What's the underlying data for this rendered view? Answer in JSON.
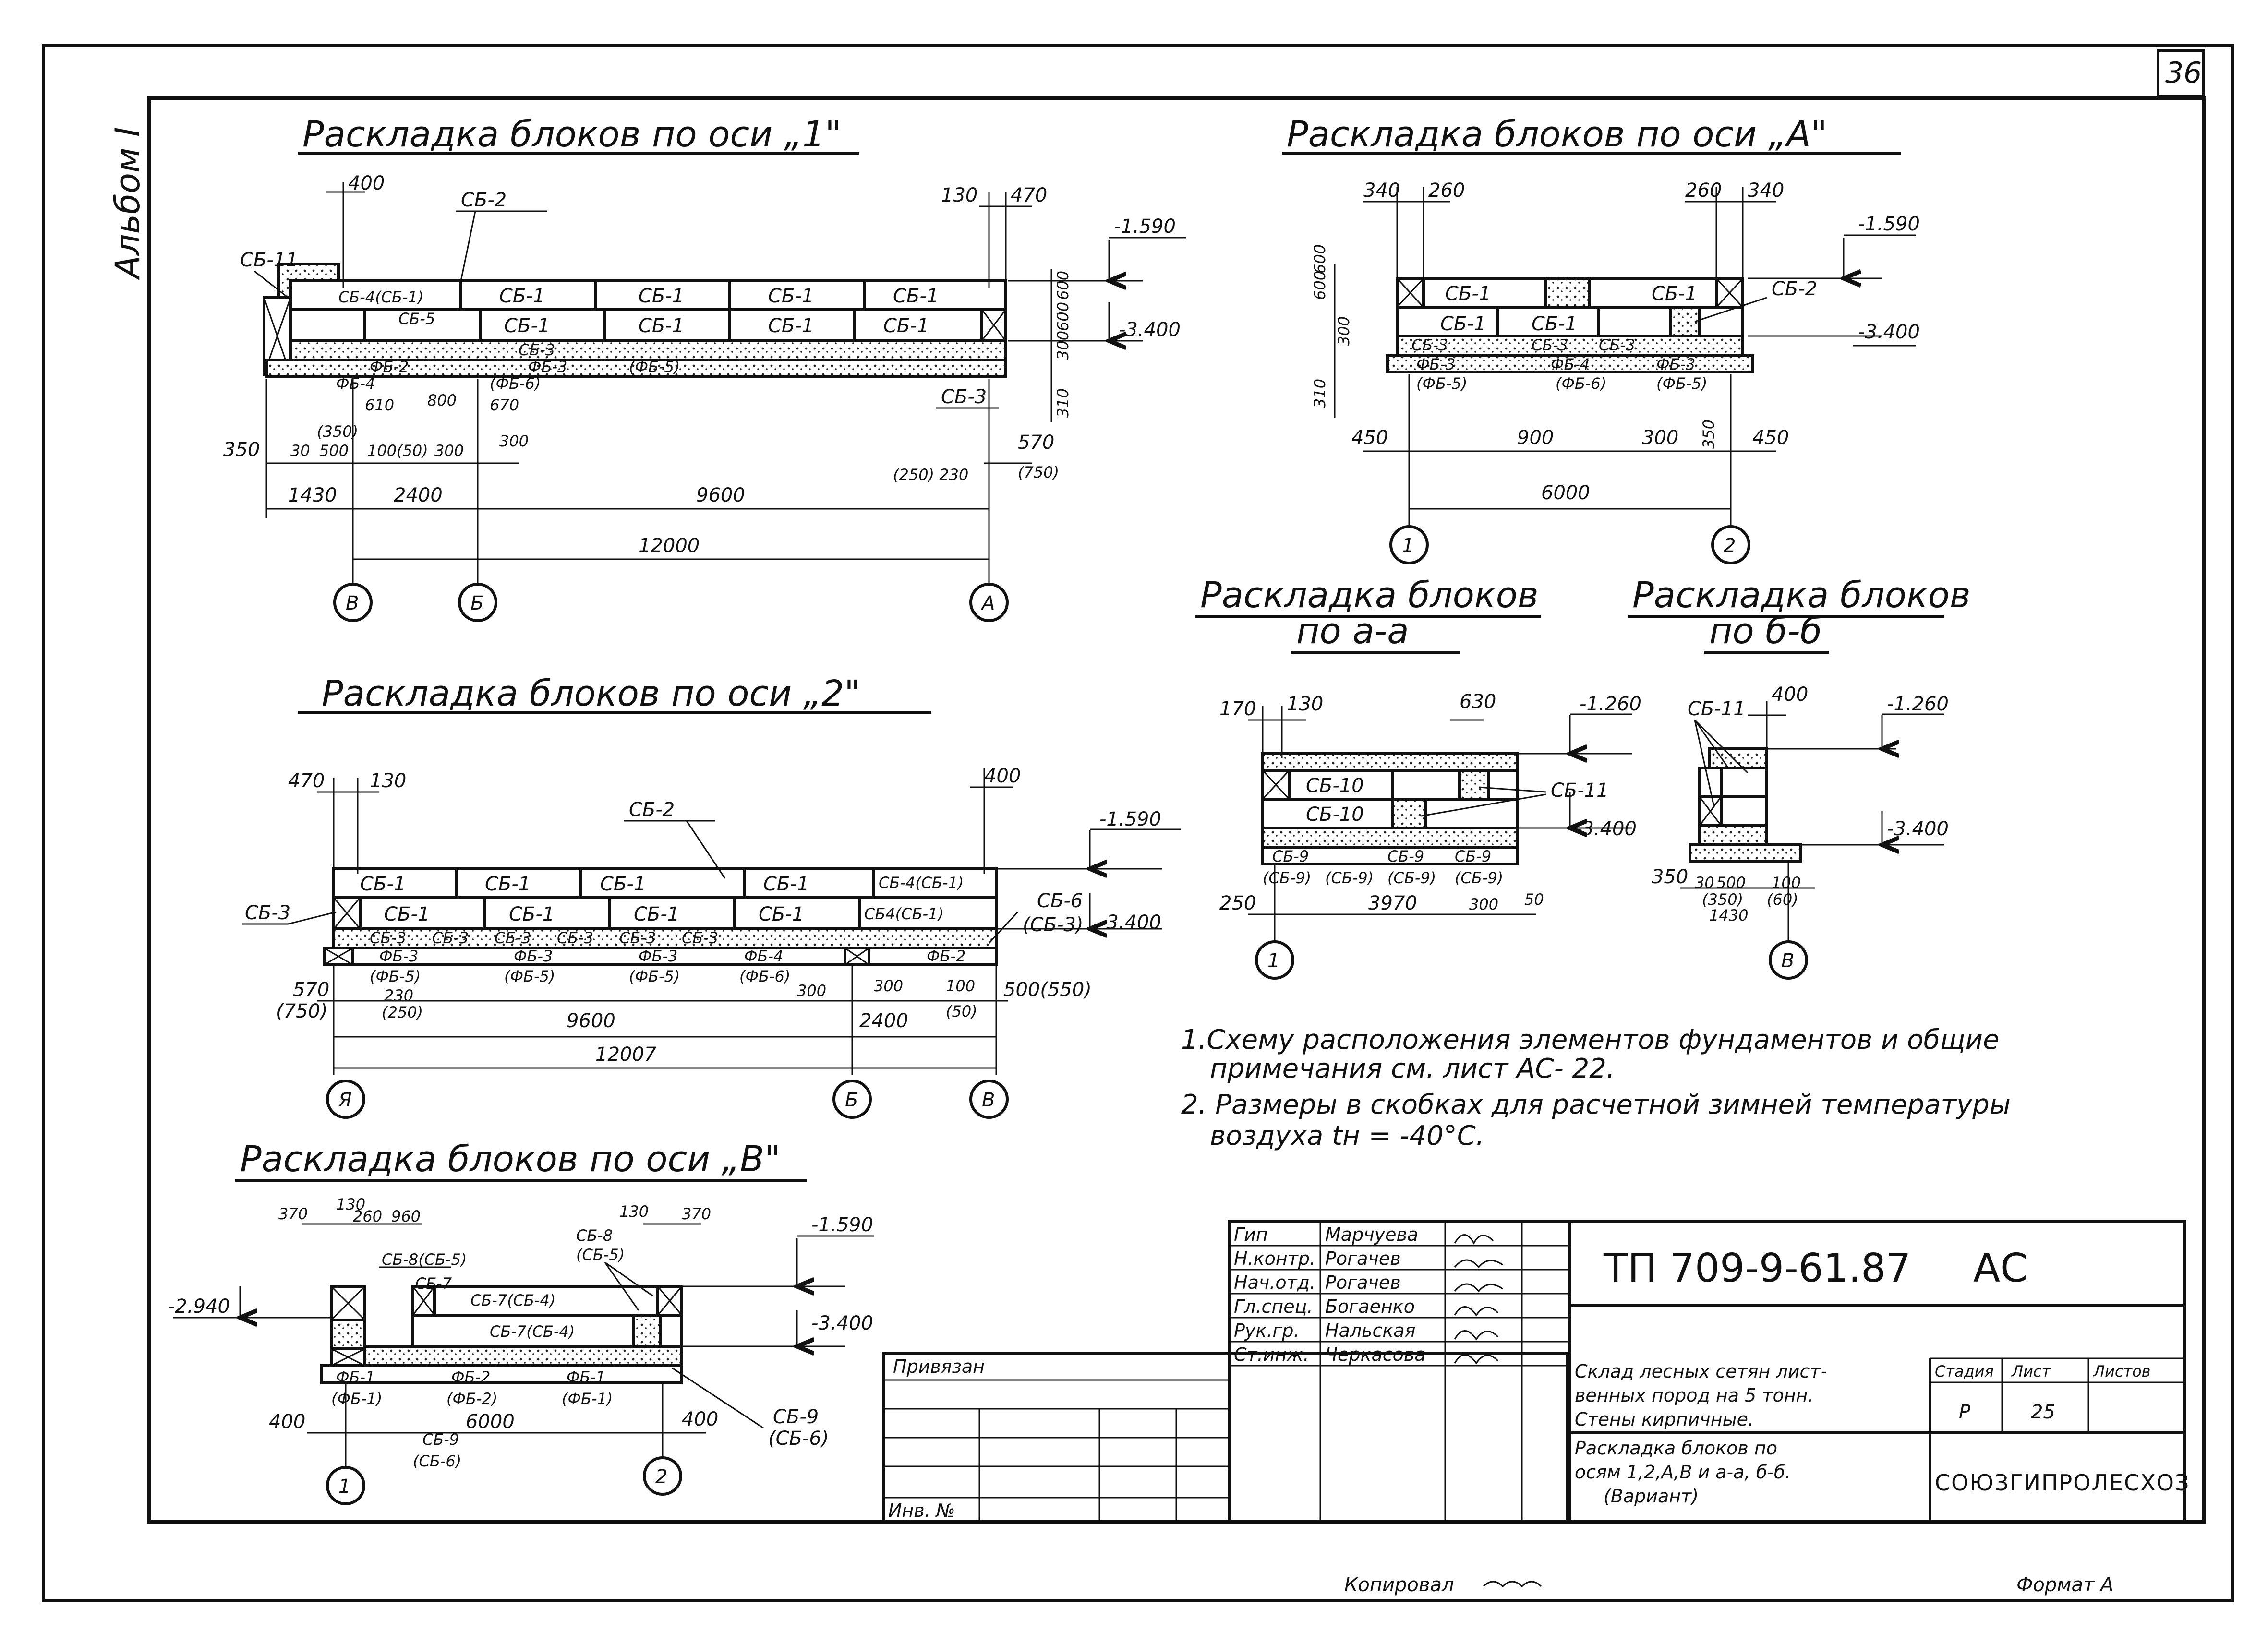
{
  "sheet_number": "36",
  "album_label": "Альбом I",
  "footer": {
    "copied": "Копировал",
    "format": "Формат А"
  },
  "view_axis1": {
    "title": "Раскладка блоков по оси „1\"",
    "elev": [
      "-1.590",
      "-3.400"
    ],
    "top_dims": [
      "400",
      "130",
      "470"
    ],
    "blocks": [
      "СБ-2",
      "СБ-11",
      "СБ-4(СБ-1)",
      "СБ-1",
      "СБ-1",
      "СБ-1",
      "СБ-1",
      "СБ-1",
      "СБ-1",
      "СБ-1",
      "СБ-1",
      "СБ-5",
      "СБ-3",
      "ФБ-2",
      "ФБ-4",
      "ФБ-3",
      "(ФБ-5)",
      "(ФБ-6)",
      "СБ-3"
    ],
    "right_dims": [
      "600",
      "600",
      "300",
      "310"
    ],
    "bottom_dims": [
      "350",
      "30",
      "500",
      "100(50)",
      "300",
      "300",
      "570",
      "(250) 230",
      "(750)",
      "610",
      "800",
      "670",
      "(350)"
    ],
    "spans": [
      "1430",
      "2400",
      "9600",
      "12000"
    ],
    "axes": [
      "В",
      "Б",
      "А"
    ]
  },
  "view_axisA": {
    "title": "Раскладка блоков по оси „А\"",
    "elev": [
      "-1.590",
      "-3.400"
    ],
    "top_dims": [
      "340",
      "260",
      "260",
      "340"
    ],
    "left_dims": [
      "600",
      "600",
      "300",
      "310"
    ],
    "blocks": [
      "СБ-1",
      "СБ-1",
      "СБ-1",
      "СБ-1",
      "СБ-2",
      "СБ-3",
      "СБ-3",
      "СБ-3",
      "ФБ-3",
      "(ФБ-5)",
      "ФБ-4",
      "(ФБ-6)",
      "ФБ-3",
      "(ФБ-5)"
    ],
    "bottom_dims": [
      "450",
      "900",
      "300",
      "350",
      "450"
    ],
    "span": "6000",
    "axes": [
      "1",
      "2"
    ]
  },
  "view_aa": {
    "title_line1": "Раскладка блоков",
    "title_line2": "по а-а",
    "top_dims": [
      "170",
      "130",
      "630"
    ],
    "elev": [
      "-1.260",
      "-3.400"
    ],
    "blocks": [
      "СБ-10",
      "СБ-10",
      "СБ-11",
      "СБ-9",
      "СБ-9",
      "СБ-9",
      "(СБ-9)",
      "(СБ-9)",
      "(СБ-9)",
      "(СБ-9)"
    ],
    "bottom_dims": [
      "250",
      "3970",
      "300",
      "50"
    ],
    "axis": "1"
  },
  "view_bb": {
    "title_line1": "Раскладка блоков",
    "title_line2": "по б-б",
    "top_dims": [
      "400"
    ],
    "elev": [
      "-1.260",
      "-3.400"
    ],
    "blocks": [
      "СБ-11"
    ],
    "bottom_dims": [
      "350",
      "30",
      "500",
      "(350)",
      "1430",
      "100",
      "(60)"
    ],
    "axis": "В"
  },
  "view_axis2": {
    "title": "Раскладка блоков по оси „2\"",
    "top_dims": [
      "470",
      "130",
      "400"
    ],
    "elev": [
      "-1.590",
      "-3.400"
    ],
    "blocks": [
      "СБ-2",
      "СБ-1",
      "СБ-1",
      "СБ-1",
      "СБ-1",
      "СБ-4(СБ-1)",
      "СБ-1",
      "СБ-1",
      "СБ-1",
      "СБ-1",
      "СБ4(СБ-1)",
      "СБ-3",
      "СБ-3",
      "СБ-3",
      "СБ-3",
      "СБ-3",
      "СБ-3",
      "ФБ-3",
      "ФБ-3",
      "ФБ-3",
      "ФБ-4",
      "ФБ-2",
      "(ФБ-5)",
      "(ФБ-5)",
      "(ФБ-5)",
      "(ФБ-6)",
      "СБ-6",
      "(СБ-3)",
      "СБ-3"
    ],
    "bottom_dims": [
      "570",
      "(750)",
      "230",
      "(250)",
      "300",
      "300",
      "100",
      "(50)",
      "500(550)"
    ],
    "spans": [
      "9600",
      "2400",
      "12007"
    ],
    "axes": [
      "Я",
      "Б",
      "В"
    ]
  },
  "view_axisB": {
    "title": "Раскладка блоков по оси „В\"",
    "top_dims": [
      "370",
      "130",
      "260",
      "960",
      "130",
      "370"
    ],
    "elev": [
      "-2.940",
      "-1.590",
      "-3.400"
    ],
    "blocks": [
      "СБ-8(СБ-5)",
      "СБ-7(СБ-4)",
      "СБ-7",
      "СБ-7(СБ-4)",
      "СБ-8",
      "(СБ-5)",
      "ФБ-1",
      "(ФБ-1)",
      "ФБ-2",
      "(ФБ-2)",
      "ФБ-1",
      "(ФБ-1)",
      "СБ-9",
      "(СБ-6)",
      "СБ-9",
      "(СБ-6)"
    ],
    "bottom_dims": [
      "400",
      "6000",
      "400"
    ],
    "axes": [
      "1",
      "2"
    ]
  },
  "notes": [
    "1.Схему расположения элементов фундаментов и общие",
    "примечания см. лист АС- 22.",
    "2. Размеры в скобках для расчетной зимней температуры",
    "воздуха tн = -40°С."
  ],
  "title_block": {
    "signatures": [
      {
        "role": "Гип",
        "name": "Марчуева"
      },
      {
        "role": "Н.контр.",
        "name": "Рогачев"
      },
      {
        "role": "Нач.отд.",
        "name": "Рогачев"
      },
      {
        "role": "Гл.спец.",
        "name": "Богаенко"
      },
      {
        "role": "Рук.гр.",
        "name": "Нальская"
      },
      {
        "role": "Ст.инж.",
        "name": "Черкасова"
      }
    ],
    "bound": "Привязан",
    "inv": "Инв. №",
    "code": "ТП 709-9-61.87",
    "section": "АС",
    "object": [
      "Склад лесных сетян лист-",
      "венных пород на 5 тонн.",
      "Стены кирпичные."
    ],
    "sheet_title": [
      "Раскладка блоков по",
      "осям 1,2,А,В и а-а, б-б.",
      "(Вариант)"
    ],
    "stage_hdr": "Стадия",
    "sheet_hdr": "Лист",
    "sheets_hdr": "Листов",
    "stage": "Р",
    "sheet": "25",
    "org": "СОЮЗГИПРОЛЕСХОЗ"
  }
}
